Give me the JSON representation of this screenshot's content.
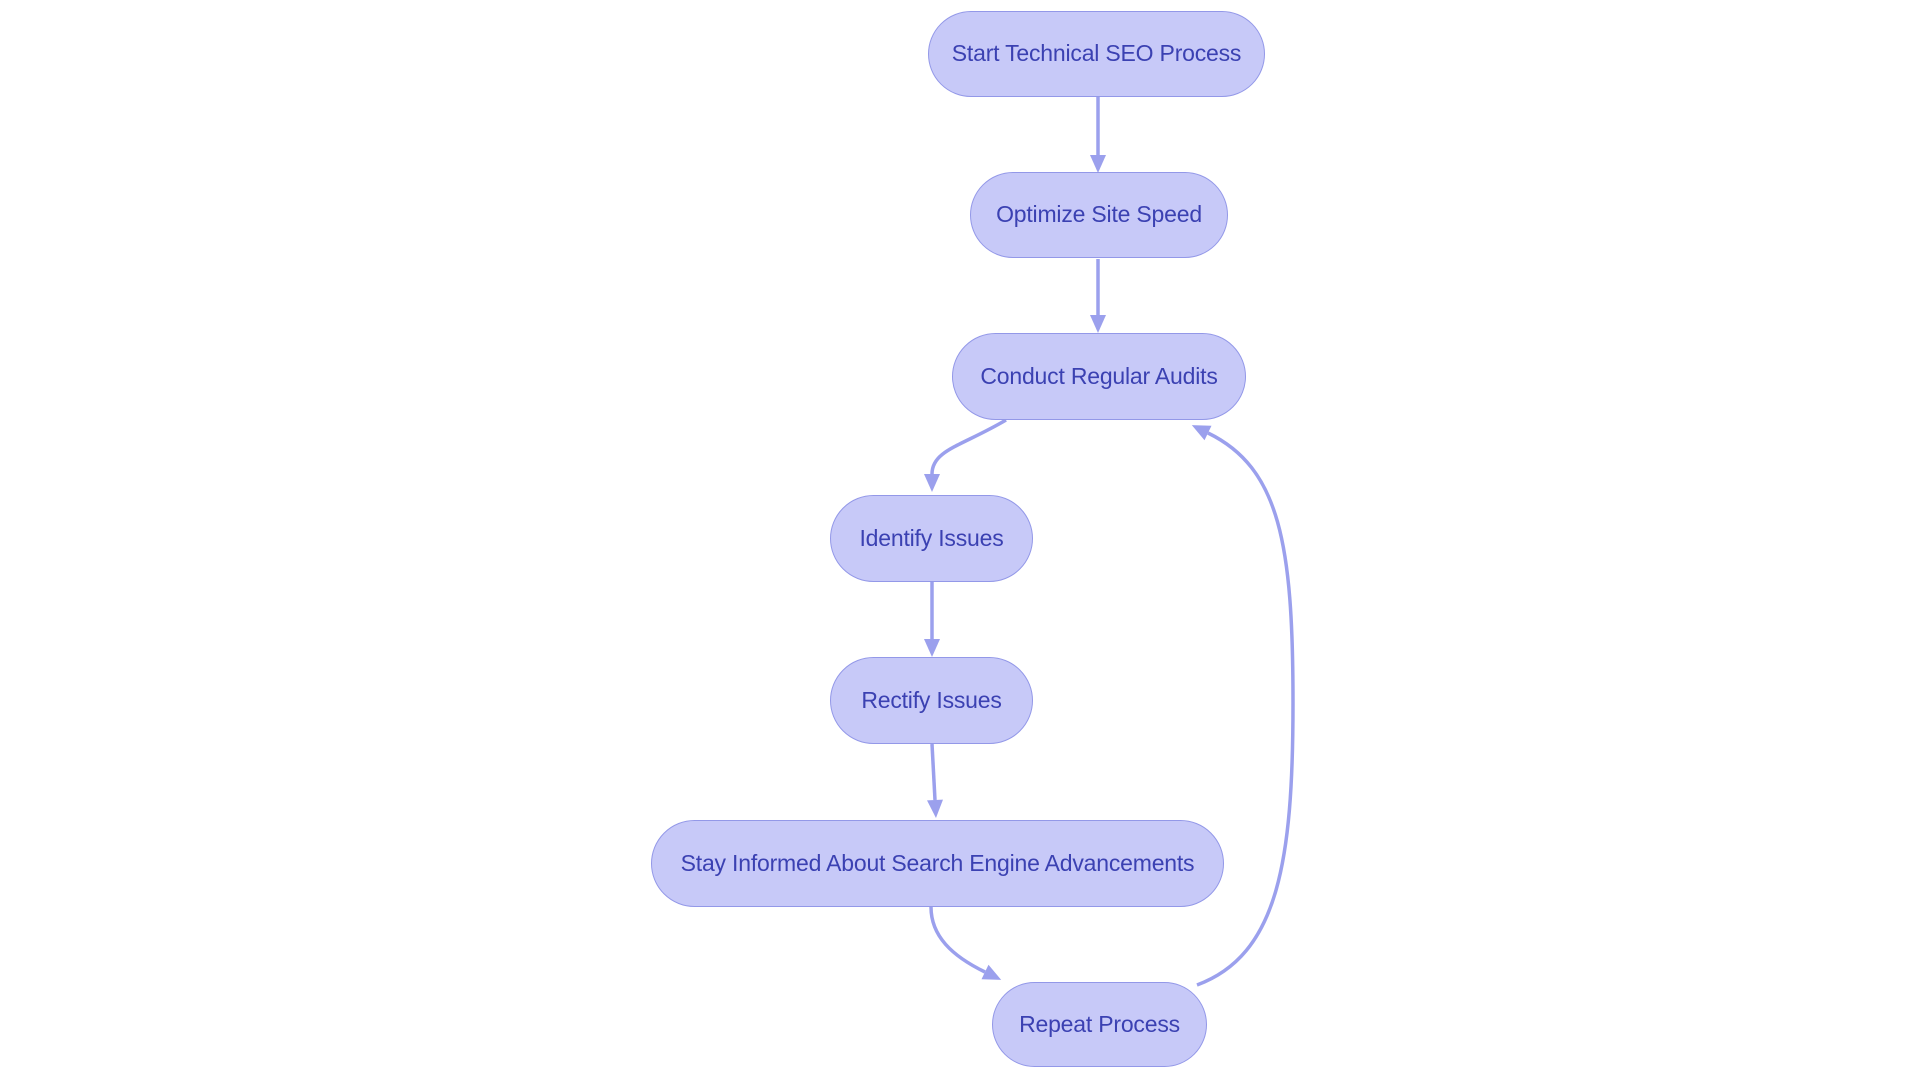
{
  "flowchart": {
    "nodes": [
      {
        "id": "start",
        "label": "Start Technical SEO Process"
      },
      {
        "id": "optimize",
        "label": "Optimize Site Speed"
      },
      {
        "id": "audits",
        "label": "Conduct Regular Audits"
      },
      {
        "id": "identify",
        "label": "Identify Issues"
      },
      {
        "id": "rectify",
        "label": "Rectify Issues"
      },
      {
        "id": "stay_informed",
        "label": "Stay Informed About Search Engine Advancements"
      },
      {
        "id": "repeat",
        "label": "Repeat Process"
      }
    ],
    "edges": [
      {
        "from": "start",
        "to": "optimize"
      },
      {
        "from": "optimize",
        "to": "audits"
      },
      {
        "from": "audits",
        "to": "identify"
      },
      {
        "from": "identify",
        "to": "rectify"
      },
      {
        "from": "rectify",
        "to": "stay_informed"
      },
      {
        "from": "stay_informed",
        "to": "repeat"
      },
      {
        "from": "repeat",
        "to": "audits"
      }
    ],
    "colors": {
      "background": "#ffffff",
      "node_fill": "#c7c9f8",
      "node_border": "#9398e8",
      "node_text": "#3b41b2",
      "edge": "#9ba0ed"
    }
  }
}
